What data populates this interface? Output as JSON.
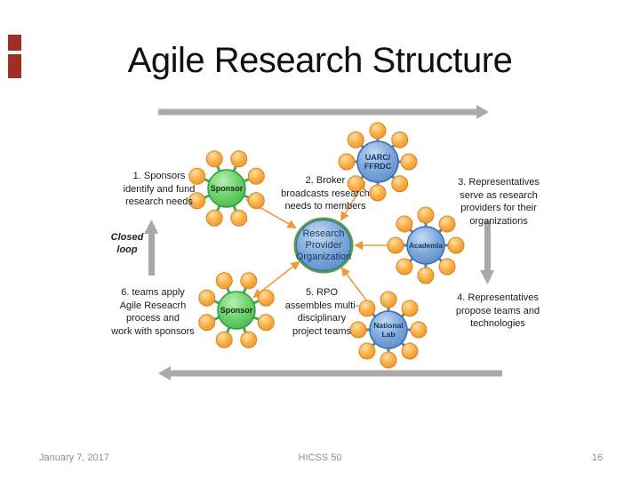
{
  "slide": {
    "title": "Agile Research Structure",
    "footer": {
      "date": "January 7, 2017",
      "conference": "HICSS 50",
      "page_number": "16"
    }
  },
  "diagram": {
    "center_node": {
      "line1": "Research",
      "line2": "Provider",
      "line3": "Organization"
    },
    "sponsor_top": {
      "label": "Sponsor"
    },
    "uarc": {
      "line1": "UARC/",
      "line2": "FFRDC"
    },
    "academia": {
      "label": "Academia"
    },
    "national_lab": {
      "line1": "National",
      "line2": "Lab"
    },
    "sponsor_bottom": {
      "label": "Sponsor"
    },
    "closed_loop": {
      "line1": "Closed",
      "line2": "loop"
    },
    "annotations": {
      "a1": {
        "line1": "1. Sponsors",
        "line2": "identify and fund",
        "line3": "research needs"
      },
      "a2": {
        "line1": "2. Broker",
        "line2": "broadcasts research",
        "line3": "needs to members"
      },
      "a3": {
        "line1": "3. Representatives",
        "line2": "serve as research",
        "line3": "providers for their",
        "line4": "organizations"
      },
      "a4": {
        "line1": "4. Representatives",
        "line2": "propose teams and",
        "line3": "technologies"
      },
      "a5": {
        "line1": "5.  RPO",
        "line2": "assembles multi-",
        "line3": "disciplinary",
        "line4": "project teams"
      },
      "a6": {
        "line1": "6. teams apply",
        "line2": "Agile Reseacrh",
        "line3": "process and",
        "line4": "work with sponsors"
      }
    },
    "colors": {
      "hub_blue": "#6f9fd8",
      "hub_green": "#5bc85b",
      "satellite_orange": "#f6a42c",
      "arrow_orange": "#ee9a3c",
      "arrow_gray": "#a9a9a9",
      "accent_red": "#9e3028"
    }
  }
}
